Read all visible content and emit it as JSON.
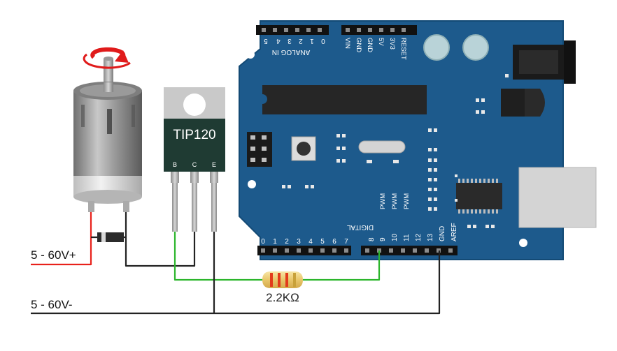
{
  "transistor": {
    "name": "TIP120",
    "pins": {
      "b": "B",
      "c": "C",
      "e": "E"
    }
  },
  "resistor": {
    "label": "2.2KΩ"
  },
  "power": {
    "positive": "5 - 60V+",
    "negative": "5 - 60V-"
  },
  "arduino": {
    "analog_label": "ANALOG IN",
    "analog_pins": [
      "0",
      "1",
      "2",
      "3",
      "4",
      "5"
    ],
    "power_pins": [
      "VIN",
      "GND",
      "GND",
      "5V",
      "3V3",
      "RESET"
    ],
    "digital_label": "DIGITAL",
    "digital_low": [
      "7",
      "6",
      "5",
      "4",
      "3",
      "2",
      "1",
      "0"
    ],
    "digital_high": [
      "8",
      "9",
      "10",
      "11",
      "12",
      "13",
      "GND",
      "AREF"
    ],
    "pwm_label": "PWM"
  },
  "colors": {
    "board": "#1d5a8c",
    "wire_positive": "#e8211b",
    "wire_signal": "#2cb52c",
    "wire_ground": "#222222",
    "arrow": "#e01b1b"
  }
}
